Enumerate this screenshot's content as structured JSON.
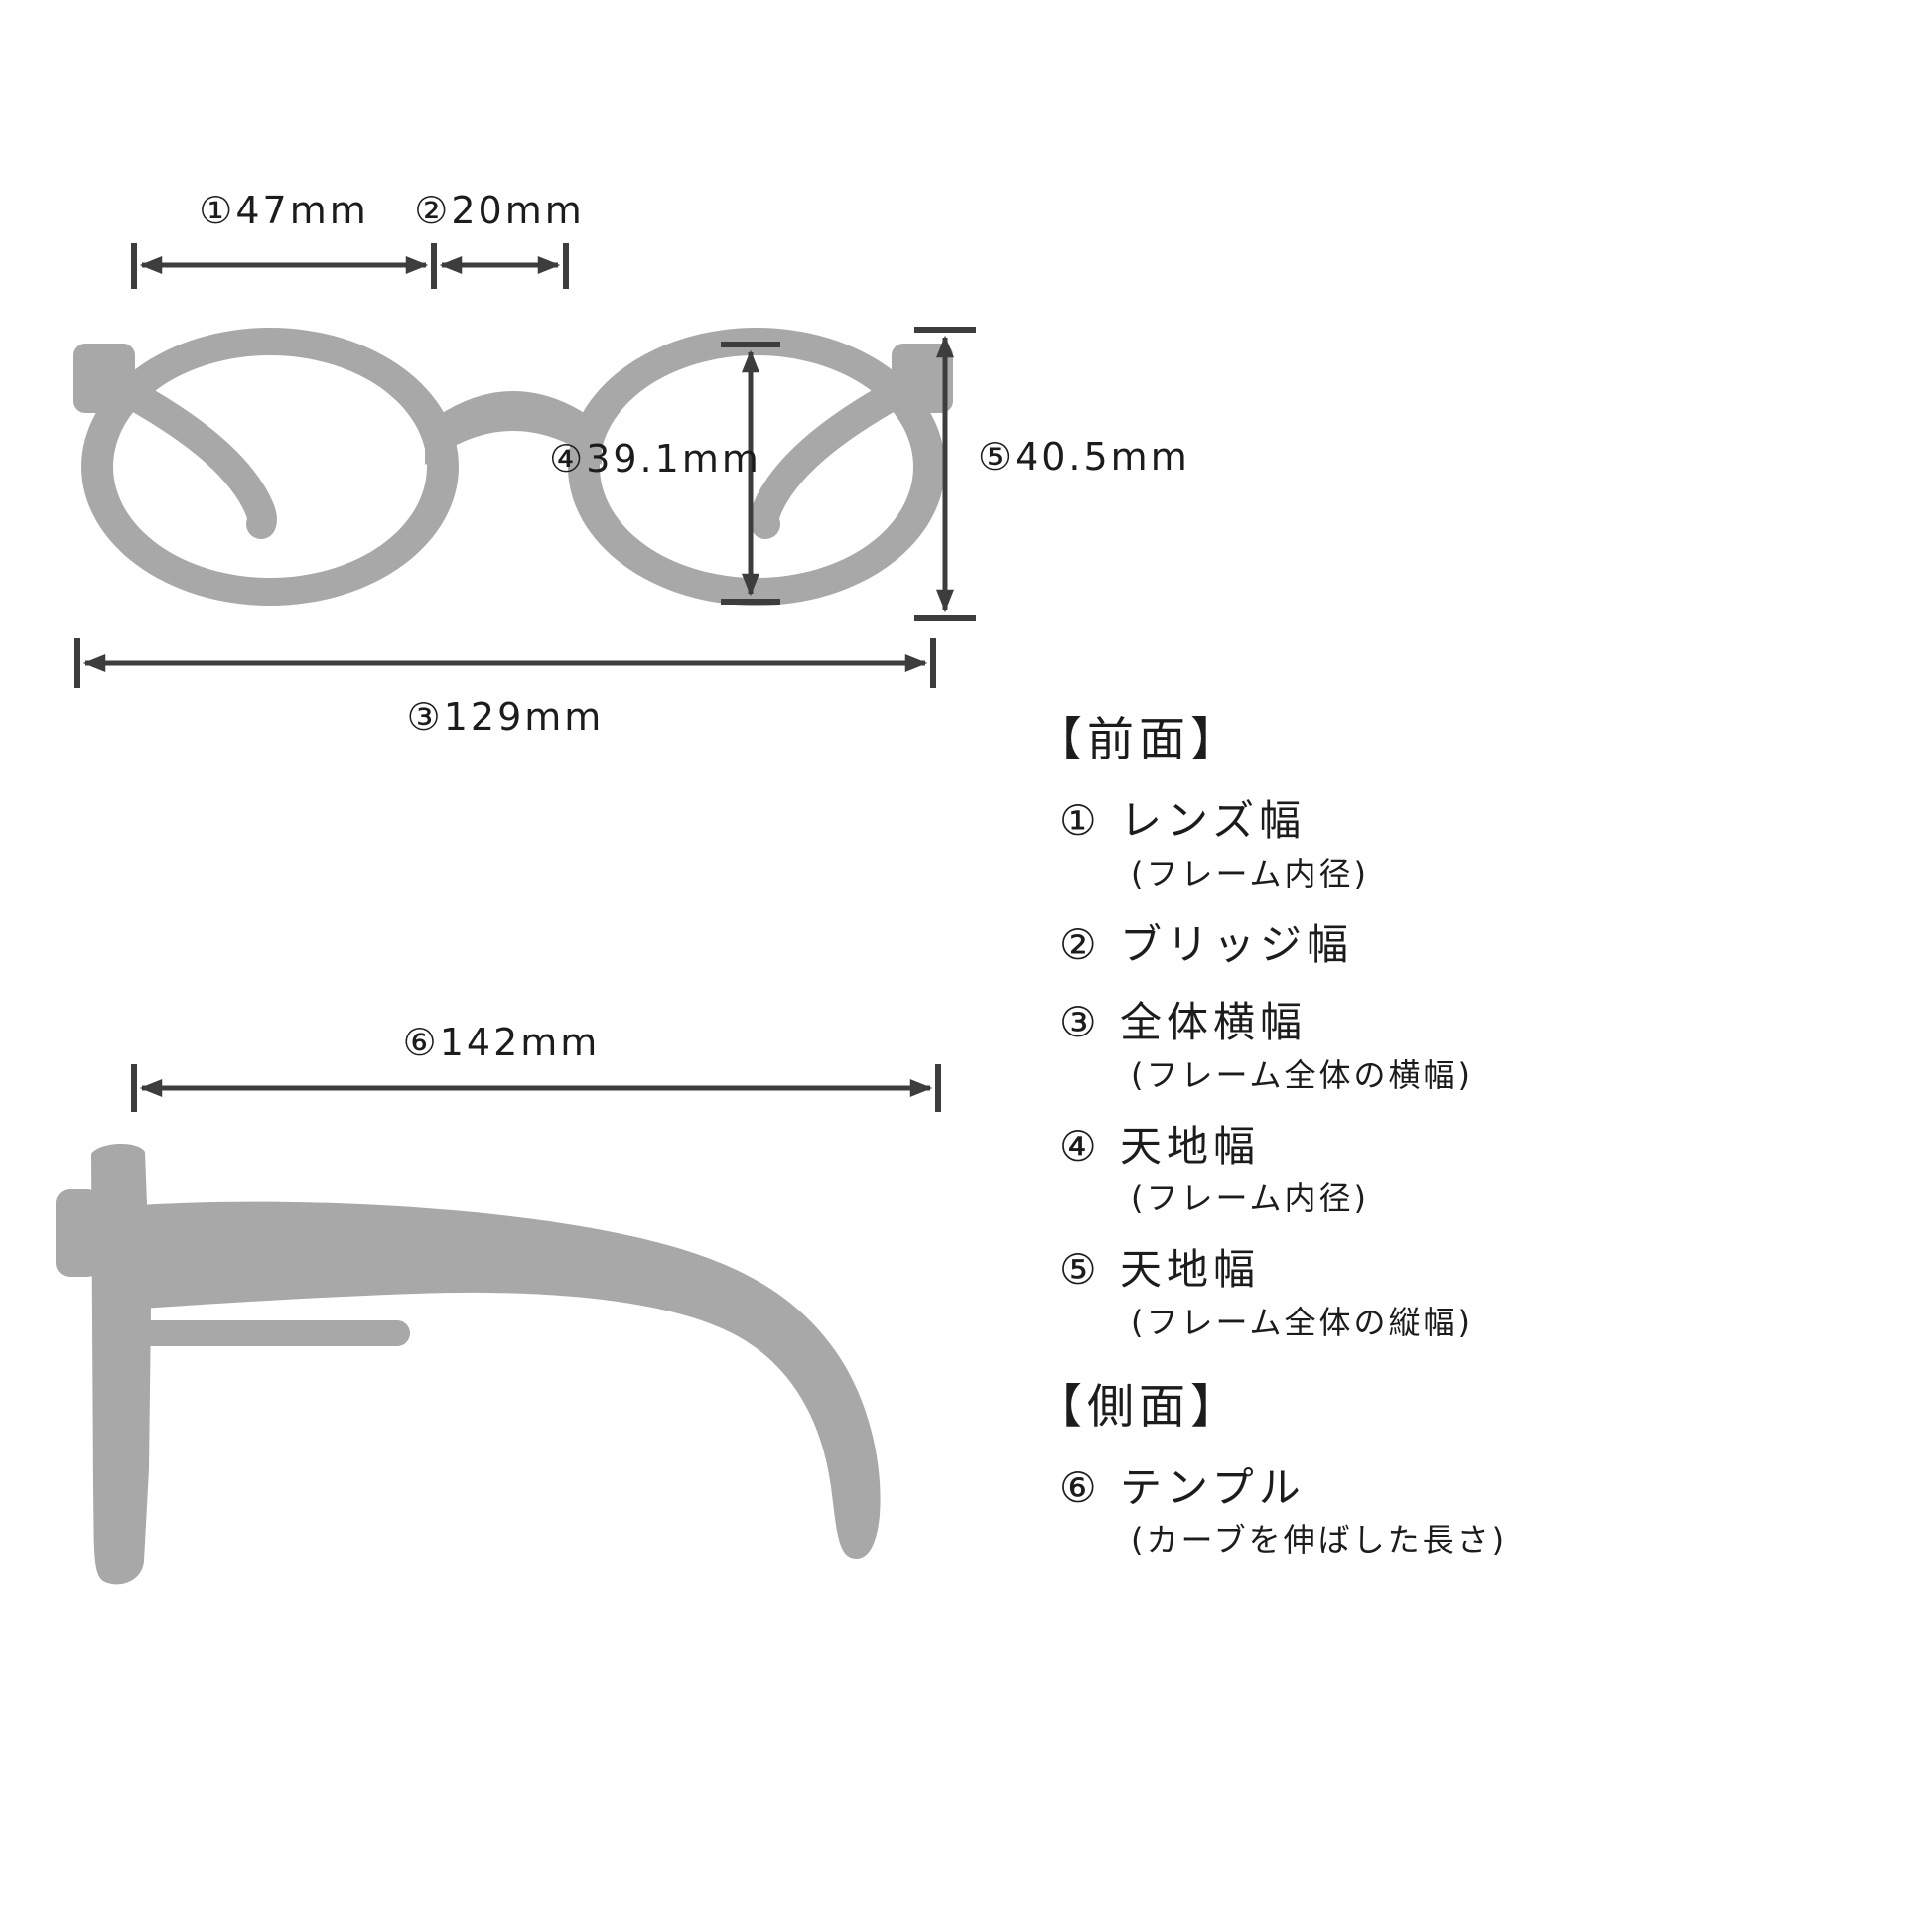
{
  "colors": {
    "background": "#ffffff",
    "silhouette": "#a8a8a8",
    "dimension_lines": "#3d3d3d",
    "text": "#1c1c1c"
  },
  "dimensions": {
    "lens_width": "①47mm",
    "bridge_width": "②20mm",
    "total_width": "③129mm",
    "lens_height": "④39.1mm",
    "frame_height": "⑤40.5mm",
    "temple_length": "⑥142mm"
  },
  "legend": {
    "front_header": "【前面】",
    "side_header": "【側面】",
    "items": [
      {
        "label": "① レンズ幅",
        "note": "(フレーム内径)"
      },
      {
        "label": "② ブリッジ幅"
      },
      {
        "label": "③ 全体横幅",
        "note": "(フレーム全体の横幅)"
      },
      {
        "label": "④ 天地幅",
        "note": "(フレーム内径)"
      },
      {
        "label": "⑤ 天地幅",
        "note": "(フレーム全体の縦幅)"
      },
      {
        "label": "⑥ テンプル",
        "note": "(カーブを伸ばした長さ)"
      }
    ]
  }
}
